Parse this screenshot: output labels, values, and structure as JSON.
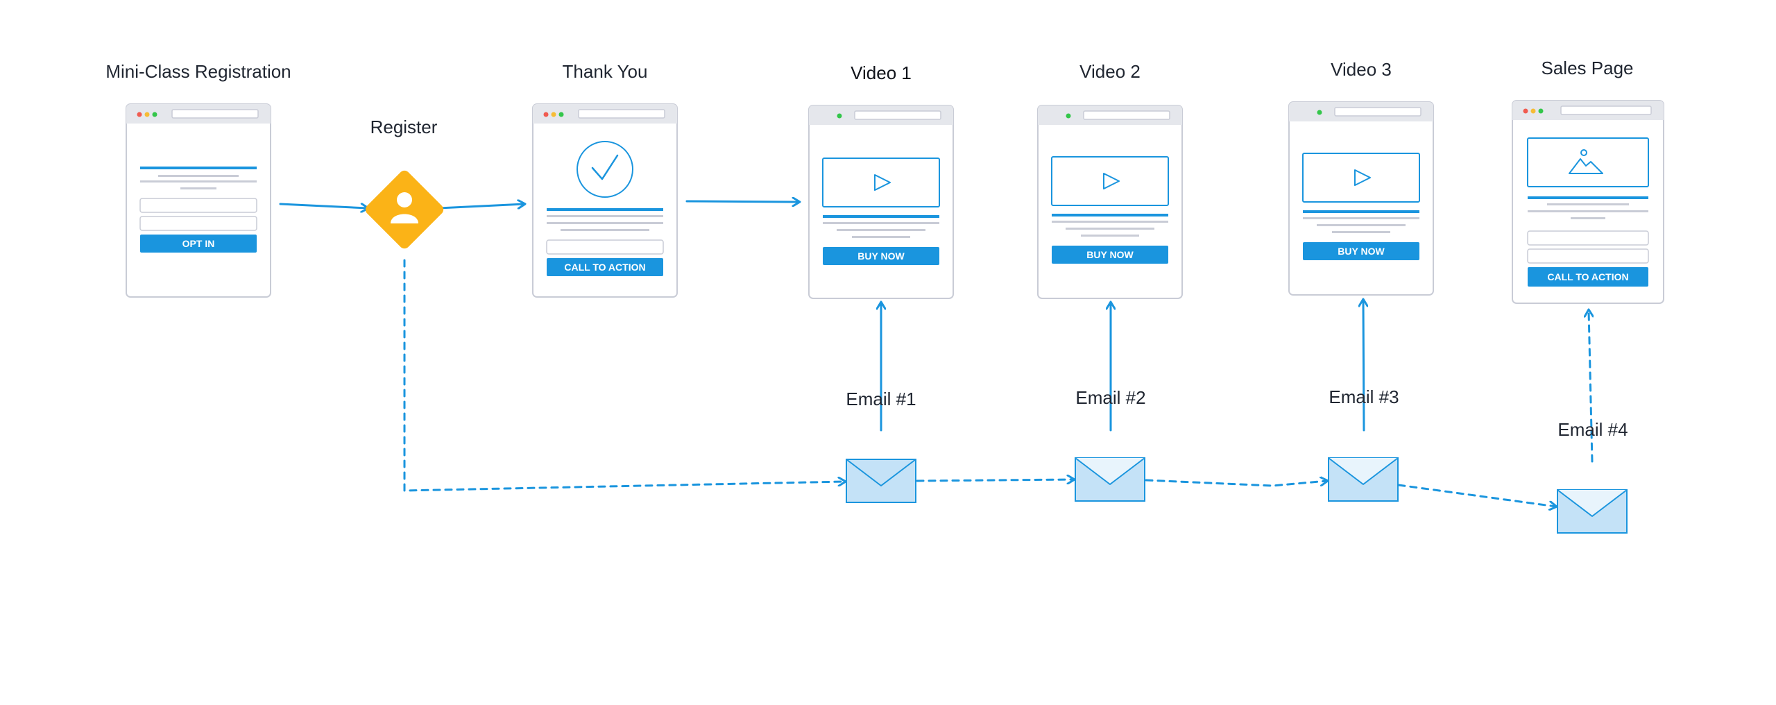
{
  "colors": {
    "accent": "#1a95de",
    "stroke_blue": "#1a95de",
    "diamond": "#fbb317",
    "frame_border": "#c9ccd6",
    "frame_header": "#e5e7ec",
    "envelope_fill": "#c4e2f7",
    "text": "#1f2530"
  },
  "nodes": {
    "registration": {
      "title": "Mini-Class Registration",
      "button": "OPT IN"
    },
    "register": {
      "title": "Register",
      "icon": "user-icon"
    },
    "thank_you": {
      "title": "Thank You",
      "button": "CALL TO ACTION",
      "icon": "checkmark-icon"
    },
    "video1": {
      "title": "Video 1",
      "button": "BUY NOW",
      "icon": "play-icon"
    },
    "video2": {
      "title": "Video 2",
      "button": "BUY NOW",
      "icon": "play-icon"
    },
    "video3": {
      "title": "Video 3",
      "button": "BUY NOW",
      "icon": "play-icon"
    },
    "sales": {
      "title": "Sales Page",
      "button": "CALL TO ACTION",
      "icon": "image-icon"
    }
  },
  "emails": [
    {
      "label": "Email #1"
    },
    {
      "label": "Email #2"
    },
    {
      "label": "Email #3"
    },
    {
      "label": "Email #4"
    }
  ],
  "edges": [
    {
      "from": "registration",
      "to": "register",
      "style": "solid"
    },
    {
      "from": "register",
      "to": "thank_you",
      "style": "solid"
    },
    {
      "from": "thank_you",
      "to": "video1",
      "style": "solid"
    },
    {
      "from": "register",
      "to": "email1",
      "style": "dashed"
    },
    {
      "from": "email1",
      "to": "email2",
      "style": "dashed"
    },
    {
      "from": "email2",
      "to": "email3",
      "style": "dashed"
    },
    {
      "from": "email3",
      "to": "email4",
      "style": "dashed"
    },
    {
      "from": "email1",
      "to": "video1",
      "style": "solid"
    },
    {
      "from": "email2",
      "to": "video2",
      "style": "solid"
    },
    {
      "from": "email3",
      "to": "video3",
      "style": "solid"
    },
    {
      "from": "email4",
      "to": "sales",
      "style": "dashed"
    }
  ]
}
